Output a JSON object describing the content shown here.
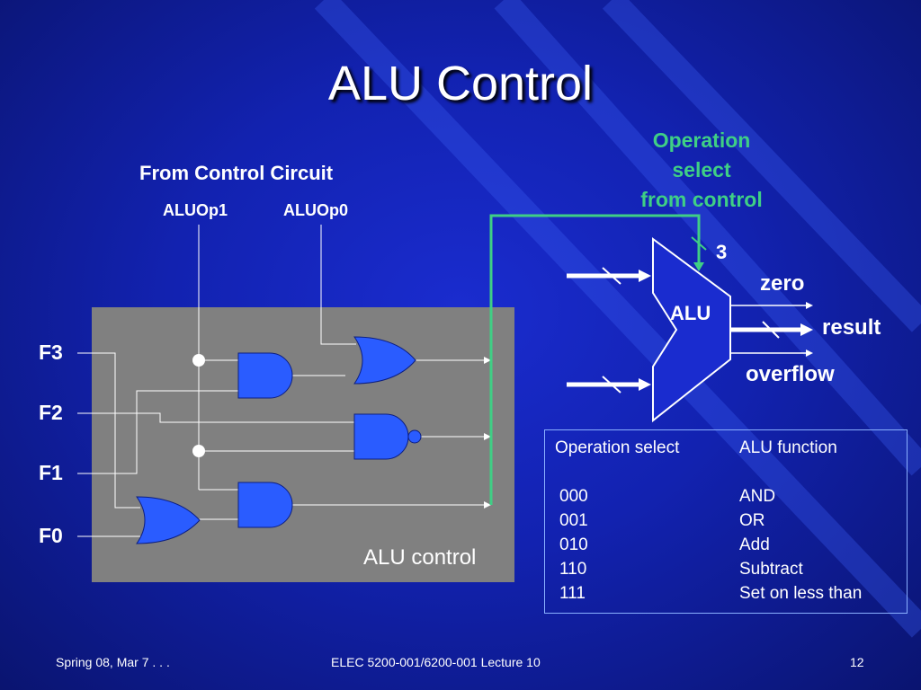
{
  "slide": {
    "title": "ALU Control",
    "from_control": "From Control Circuit",
    "aluop1": "ALUOp1",
    "aluop0": "ALUOp0",
    "operation_select_lines": [
      "Operation",
      "select",
      "from control"
    ],
    "bus_width": "3",
    "alu": "ALU",
    "zero": "zero",
    "result": "result",
    "overflow": "overflow",
    "inputs": [
      "F3",
      "F2",
      "F1",
      "F0"
    ],
    "panel_label": "ALU control"
  },
  "table": {
    "headers": [
      "Operation select",
      "ALU function"
    ],
    "rows": [
      {
        "code": "000",
        "function": "AND"
      },
      {
        "code": "001",
        "function": "OR"
      },
      {
        "code": "010",
        "function": "Add"
      },
      {
        "code": "110",
        "function": "Subtract"
      },
      {
        "code": "111",
        "function": "Set on less than"
      }
    ]
  },
  "footer": {
    "left": "Spring 08, Mar 7 . . .",
    "center": "ELEC 5200-001/6200-001 Lecture 10",
    "page": "12"
  },
  "colors": {
    "background": "#1222b0",
    "gate_fill": "#2a5cff",
    "green_wire": "#3fcf85",
    "panel": "#808080"
  }
}
